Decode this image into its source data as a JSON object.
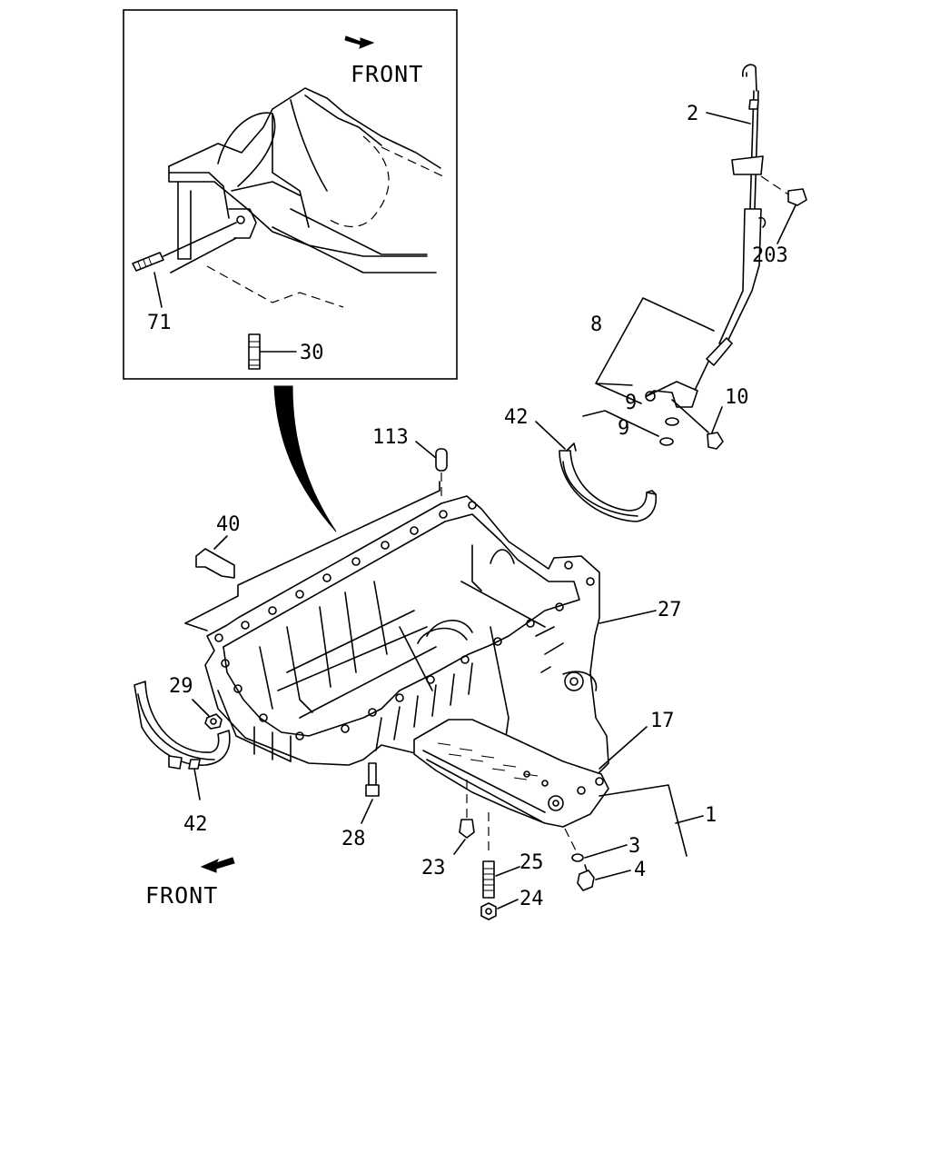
{
  "inset_front_label": "FRONT",
  "main_front_label": "FRONT",
  "callouts": {
    "c1": "1",
    "c2": "2",
    "c3": "3",
    "c4": "4",
    "c8": "8",
    "c9a": "9",
    "c9b": "9",
    "c10": "10",
    "c17": "17",
    "c23": "23",
    "c24": "24",
    "c25": "25",
    "c27": "27",
    "c28": "28",
    "c29": "29",
    "c30": "30",
    "c40": "40",
    "c42a": "42",
    "c42b": "42",
    "c71": "71",
    "c113": "113",
    "c203": "203"
  }
}
